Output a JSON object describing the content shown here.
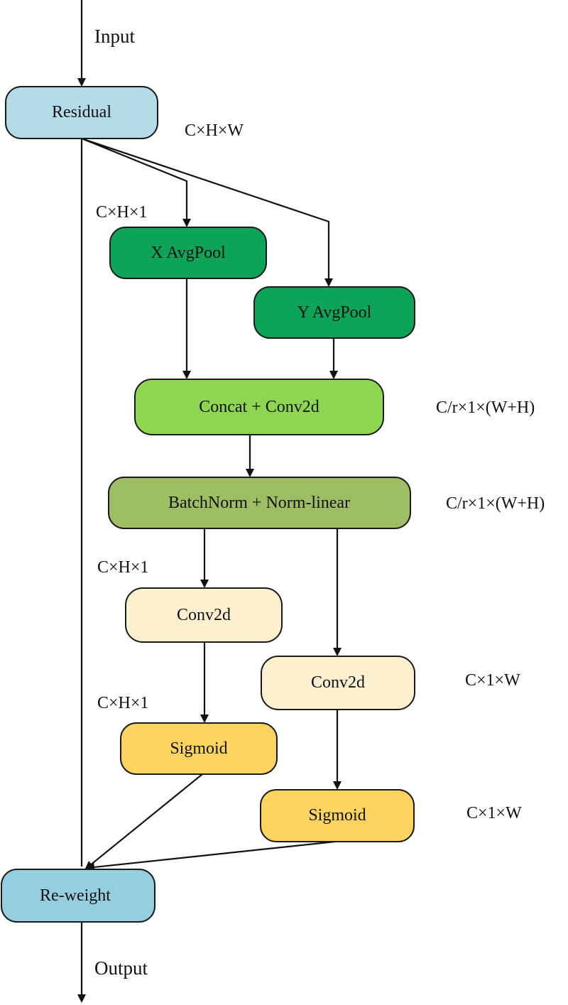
{
  "nodes": {
    "residual": {
      "label": "Residual",
      "color": "#b4dce8"
    },
    "x_avgpool": {
      "label": "X AvgPool",
      "color": "#0ea458"
    },
    "y_avgpool": {
      "label": "Y AvgPool",
      "color": "#0ea458"
    },
    "concat_conv2d": {
      "label": "Concat + Conv2d",
      "color": "#8ed651"
    },
    "batchnorm": {
      "label": "BatchNorm + Norm-linear",
      "color": "#9dbe63"
    },
    "conv2d_left": {
      "label": "Conv2d",
      "color": "#fdf0cf"
    },
    "conv2d_right": {
      "label": "Conv2d",
      "color": "#fdf0cf"
    },
    "sigmoid_left": {
      "label": "Sigmoid",
      "color": "#fdd460"
    },
    "sigmoid_right": {
      "label": "Sigmoid",
      "color": "#fdd460"
    },
    "reweight": {
      "label": "Re-weight",
      "color": "#95cedf"
    }
  },
  "labels": {
    "input": "Input",
    "output": "Output",
    "dim_residual": "C×H×W",
    "dim_x_avgpool": "C×H×1",
    "dim_concat": "C/r×1×(W+H)",
    "dim_batchnorm": "C/r×1×(W+H)",
    "dim_conv2d_left": "C×H×1",
    "dim_sigmoid_left": "C×H×1",
    "dim_conv2d_right": "C×1×W",
    "dim_sigmoid_right": "C×1×W"
  }
}
